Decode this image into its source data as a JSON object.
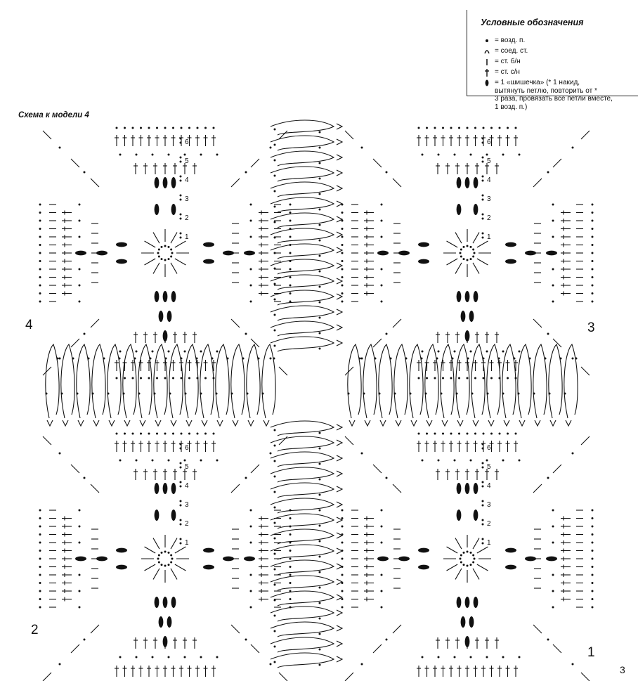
{
  "legend": {
    "title": "Условные обозначения",
    "items": [
      {
        "icon": "dot-icon",
        "text": "= возд. п."
      },
      {
        "icon": "arc-icon",
        "text": "= соед. ст."
      },
      {
        "icon": "bar-icon",
        "text": "= ст. б/н"
      },
      {
        "icon": "cross-icon",
        "text": "= ст. с/н"
      },
      {
        "icon": "oval-icon",
        "lines": [
          "= 1 «шишечка» (* 1 накид,",
          "вытянуть петлю, повторить от *",
          "3 раза, провязать все петли вместе,",
          "1 возд. п.)"
        ]
      }
    ]
  },
  "scheme_title": "Схема к модели 4",
  "motif_numbers": [
    "1",
    "2",
    "3",
    "4"
  ],
  "round_numbers": [
    "1",
    "2",
    "3",
    "4",
    "5",
    "6"
  ],
  "page_number": "3"
}
